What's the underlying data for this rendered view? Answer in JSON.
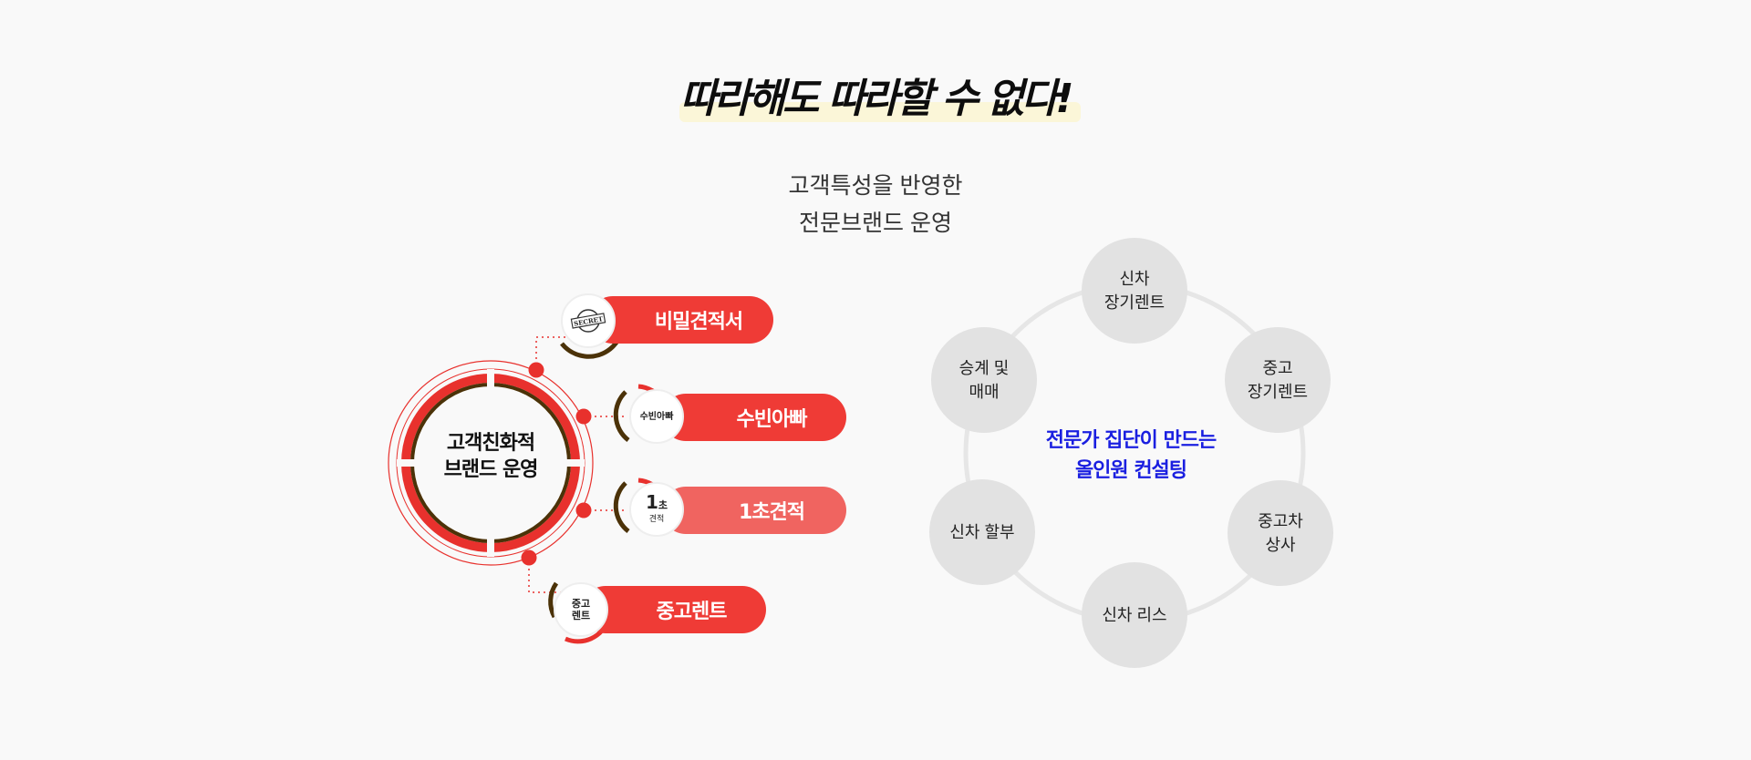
{
  "headline": "따라해도 따라할 수 없다!",
  "subtitle": {
    "line1": "고객특성을 반영한",
    "line2": "전문브랜드 운영"
  },
  "brand": {
    "center_line1": "고객친화적",
    "center_line2": "브랜드 운영",
    "items": [
      {
        "label": "비밀견적서",
        "icon": "secret-stamp-icon",
        "badge": "SECRET",
        "color": "#ef3b36"
      },
      {
        "label": "수빈아빠",
        "icon": "subin-appa-logo-icon",
        "badge": "수빈아빠",
        "color": "#ef3b36"
      },
      {
        "label": "1초견적",
        "icon": "one-second-quote-icon",
        "badge_big": "1",
        "badge_small": "초",
        "badge_sub": "견적",
        "color": "#f06460"
      },
      {
        "label": "중고렌트",
        "icon": "used-rent-icon",
        "badge_line1": "중고",
        "badge_line2": "렌트",
        "color": "#ef3b36"
      }
    ],
    "accent": "#e8312d",
    "dark": "#4b3208"
  },
  "consulting": {
    "hub_line1": "전문가 집단이 만드는",
    "hub_line2": "올인원 컨설팅",
    "hub_color": "#1a1fe0",
    "nodes": [
      {
        "label": "신차\n장기렌트"
      },
      {
        "label": "중고\n장기렌트"
      },
      {
        "label": "중고차\n상사"
      },
      {
        "label": "신차 리스"
      },
      {
        "label": "신차 할부"
      },
      {
        "label": "승계 및\n매매"
      }
    ]
  }
}
